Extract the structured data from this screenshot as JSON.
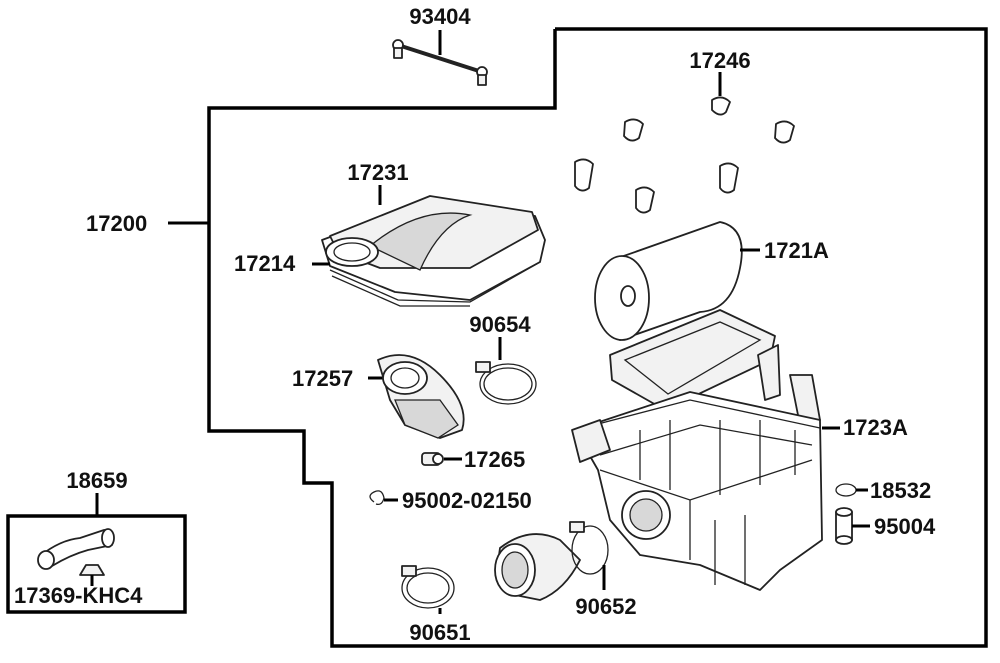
{
  "labels": {
    "l93404": "93404",
    "l17246": "17246",
    "l17231": "17231",
    "l17200": "17200",
    "l17214": "17214",
    "l1721A": "1721A",
    "l90654": "90654",
    "l17257": "17257",
    "l1723A": "1723A",
    "l17265": "17265",
    "l18659": "18659",
    "l18532": "18532",
    "l95002": "95002-02150",
    "l95004": "95004",
    "l17369": "17369-KHC4",
    "l90651": "90651",
    "l90652": "90652"
  }
}
